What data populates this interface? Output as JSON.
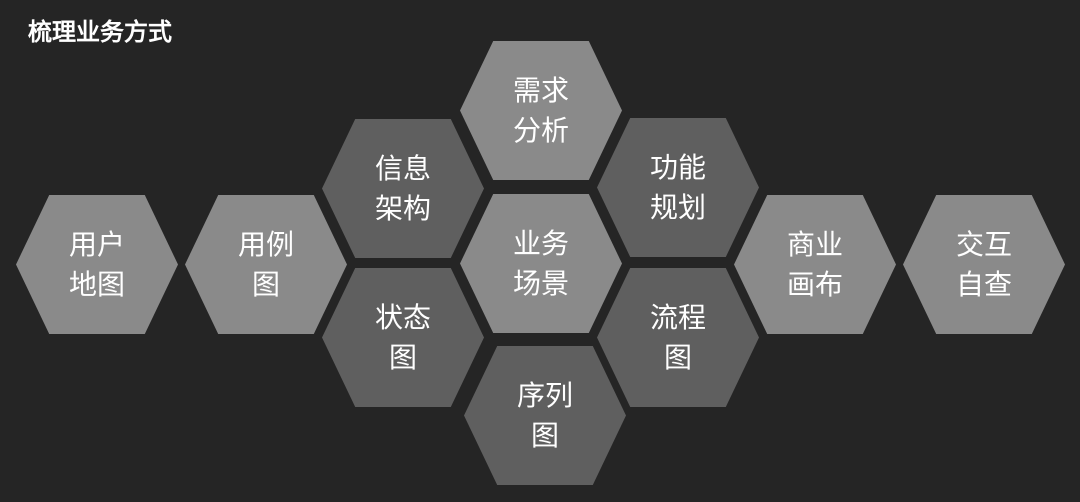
{
  "title": "梳理业务方式",
  "colors": {
    "background": "#252525",
    "hex_light": "#8a8a8a",
    "hex_dark": "#5f5f5f",
    "text": "#ffffff"
  },
  "hexagons": [
    {
      "label": "用户\n地图",
      "shade": "light"
    },
    {
      "label": "用例\n图",
      "shade": "light"
    },
    {
      "label": "信息\n架构",
      "shade": "dark"
    },
    {
      "label": "状态\n图",
      "shade": "dark"
    },
    {
      "label": "需求\n分析",
      "shade": "light"
    },
    {
      "label": "业务\n场景",
      "shade": "light"
    },
    {
      "label": "序列\n图",
      "shade": "dark"
    },
    {
      "label": "功能\n规划",
      "shade": "dark"
    },
    {
      "label": "流程\n图",
      "shade": "dark"
    },
    {
      "label": "商业\n画布",
      "shade": "light"
    },
    {
      "label": "交互\n自查",
      "shade": "light"
    }
  ]
}
